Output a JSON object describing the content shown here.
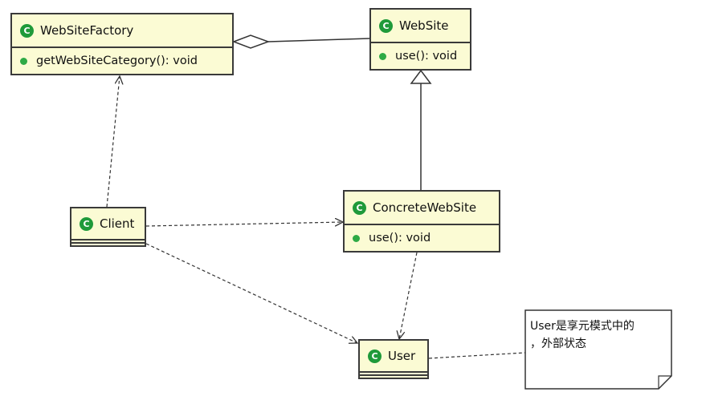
{
  "classes": {
    "websitefactory": {
      "name": "WebSiteFactory",
      "methods": [
        "getWebSiteCategory(): void"
      ]
    },
    "website": {
      "name": "WebSite",
      "methods": [
        "use(): void"
      ]
    },
    "concretewebsite": {
      "name": "ConcreteWebSite",
      "methods": [
        "use(): void"
      ]
    },
    "client": {
      "name": "Client",
      "methods": []
    },
    "user": {
      "name": "User",
      "methods": []
    }
  },
  "stereotype_icon": "C",
  "note": {
    "text": "User是享元模式中的\n，外部状态"
  },
  "relationships": [
    {
      "from": "WebSiteFactory",
      "to": "WebSite",
      "kind": "aggregation"
    },
    {
      "from": "ConcreteWebSite",
      "to": "WebSite",
      "kind": "generalization"
    },
    {
      "from": "Client",
      "to": "WebSiteFactory",
      "kind": "dependency"
    },
    {
      "from": "Client",
      "to": "ConcreteWebSite",
      "kind": "dependency"
    },
    {
      "from": "Client",
      "to": "User",
      "kind": "dependency"
    },
    {
      "from": "ConcreteWebSite",
      "to": "User",
      "kind": "dependency"
    },
    {
      "from": "User",
      "to": "note",
      "kind": "note-link"
    }
  ],
  "colors": {
    "class_fill": "#fbfbd4",
    "border": "#3a3a3a",
    "icon_green": "#1f9a3a",
    "method_dot": "#2eaa45"
  }
}
